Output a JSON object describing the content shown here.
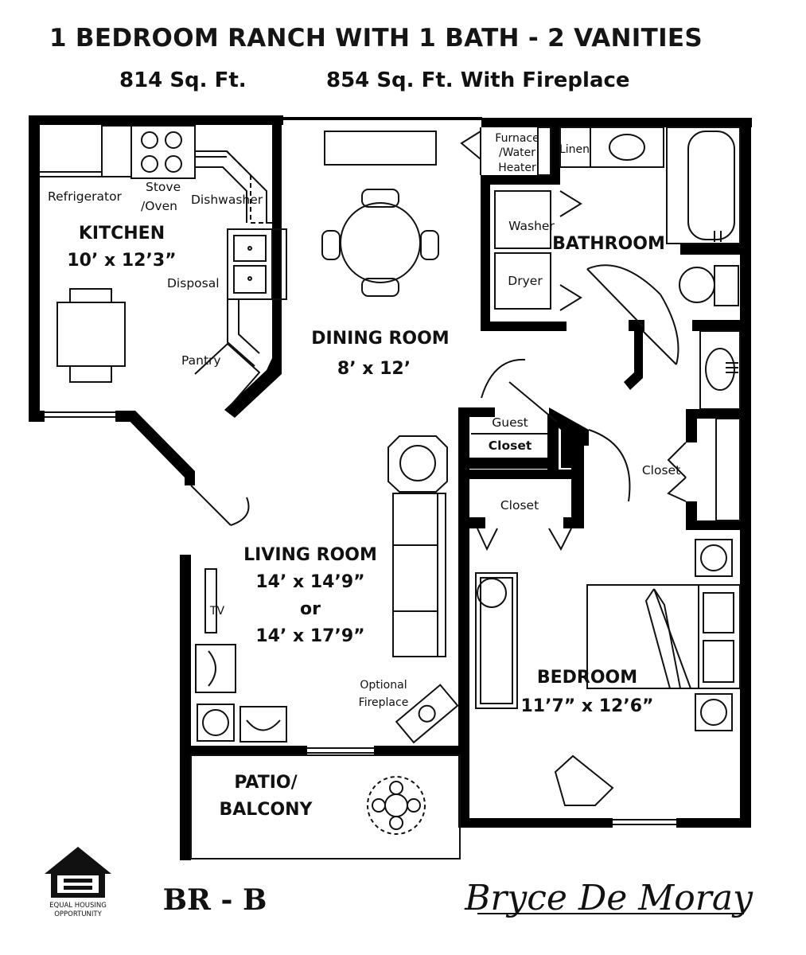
{
  "header": {
    "title": "1 BEDROOM RANCH WITH 1 BATH - 2 VANITIES",
    "sqft": "814 Sq. Ft.",
    "sqft_fireplace": "854 Sq. Ft. With Fireplace"
  },
  "rooms": {
    "kitchen": {
      "name": "KITCHEN",
      "size": "10’ x 12’3”"
    },
    "dining": {
      "name": "DINING ROOM",
      "size": "8’ x 12’"
    },
    "living": {
      "name": "LIVING ROOM",
      "size": "14’ x 14’9”",
      "or": "or",
      "size_alt": "14’ x 17’9”"
    },
    "bathroom": {
      "name": "BATHROOM"
    },
    "bedroom": {
      "name": "BEDROOM",
      "size": "11’7” x 12’6”"
    },
    "patio": {
      "line1": "PATIO/",
      "line2": "BALCONY"
    }
  },
  "fixtures": {
    "refrigerator": "Refrigerator",
    "stove1": "Stove",
    "stove2": "/Oven",
    "dishwasher": "Dishwasher",
    "disposal": "Disposal",
    "pantry": "Pantry",
    "furnace1": "Furnace",
    "furnace2": "/Water",
    "furnace3": "Heater",
    "linen": "Linen",
    "washer": "Washer",
    "dryer": "Dryer",
    "guest1": "Guest",
    "guest2": "Closet",
    "closet_bed": "Closet",
    "closet_right": "Closet",
    "tv": "TV",
    "fireplace1": "Optional",
    "fireplace2": "Fireplace"
  },
  "footer": {
    "plan_code": "BR - B",
    "brand": "Bryce De Moray",
    "eho1": "EQUAL HOUSING",
    "eho2": "OPPORTUNITY"
  }
}
